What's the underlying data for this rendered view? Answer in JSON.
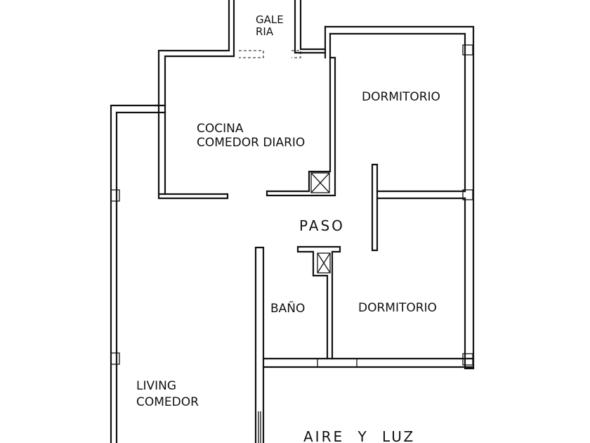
{
  "rooms": {
    "galeria": [
      "GALE",
      "RIA"
    ],
    "cocina": [
      "COCINA",
      "COMEDOR DIARIO"
    ],
    "dormitorio_1": "DORMITORIO",
    "paso": "PASO",
    "bano": "BAÑO",
    "dormitorio_2": "DORMITORIO",
    "living": [
      "LIVING",
      "COMEDOR"
    ],
    "aire_luz": "AIRE Y LUZ"
  }
}
